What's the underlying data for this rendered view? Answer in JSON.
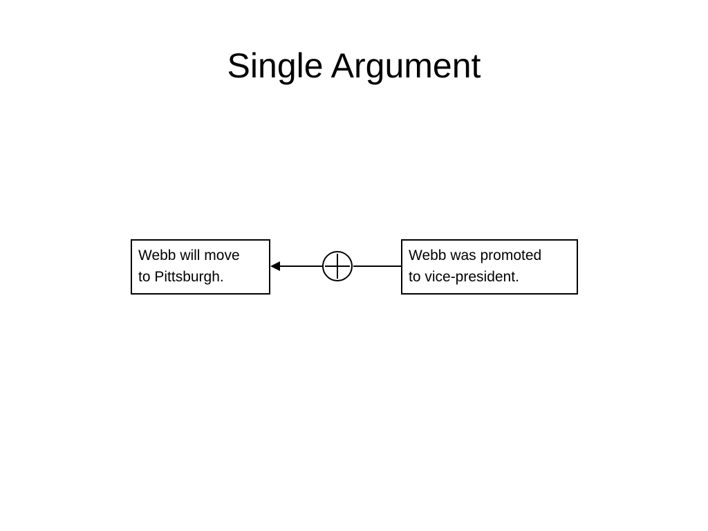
{
  "slide": {
    "title": "Single Argument"
  },
  "diagram": {
    "claim": {
      "lines": [
        "Webb will move",
        "to Pittsburgh."
      ]
    },
    "reason": {
      "lines": [
        "Webb was promoted",
        "to vice-president."
      ]
    },
    "relation": {
      "symbol": "support-plus-icon"
    },
    "colors": {
      "stroke": "#000000",
      "fill": "#ffffff"
    }
  }
}
